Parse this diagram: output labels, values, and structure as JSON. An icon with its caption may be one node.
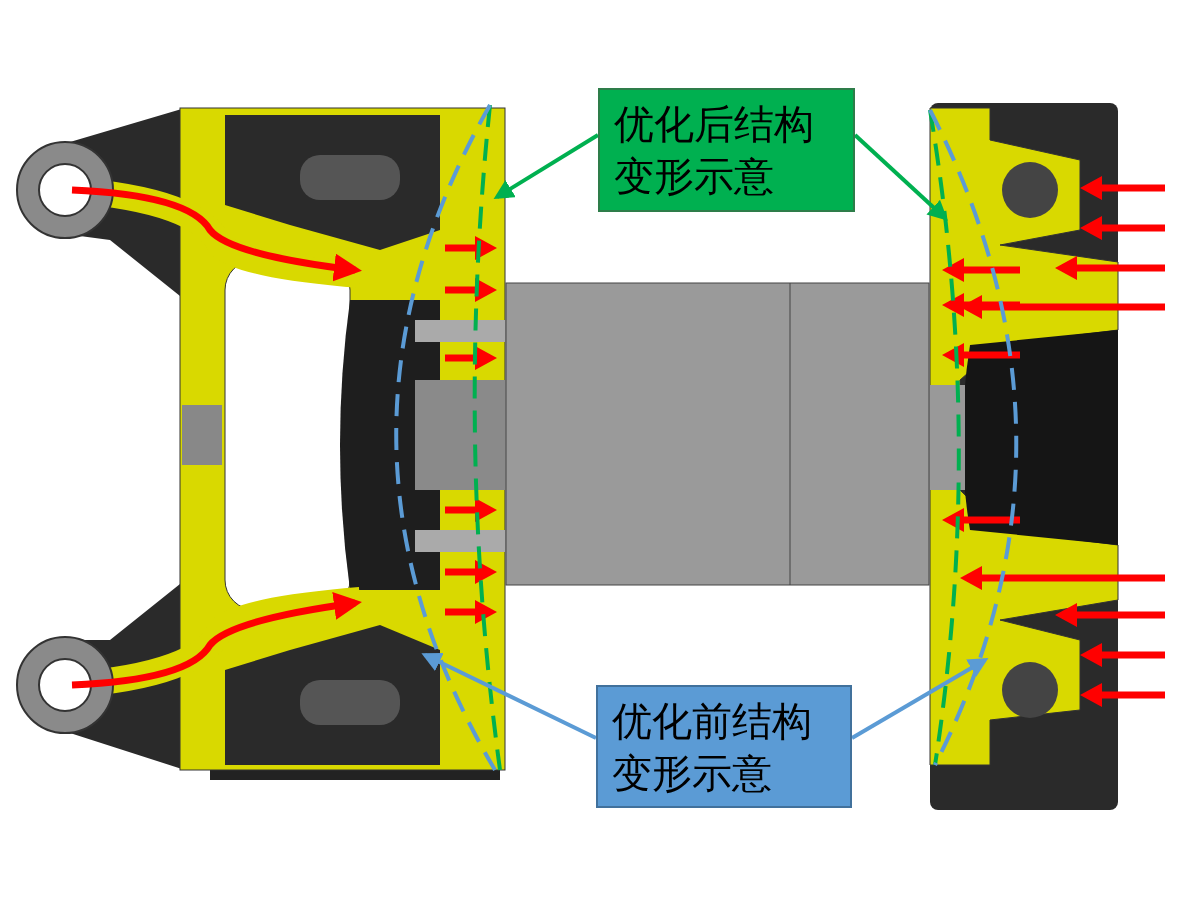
{
  "diagram": {
    "nodes": [
      {
        "text": [
          "优化后结构变形示意"
        ]
      },
      {
        "text": [
          "优化前结构变形示意"
        ]
      }
    ],
    "edges": [
      {
        "from": 0,
        "to": null,
        "arrow": "to",
        "color": "#00b050"
      },
      {
        "from": 0,
        "to": null,
        "arrow": "to",
        "color": "#00b050"
      },
      {
        "from": 1,
        "to": null,
        "arrow": "to",
        "color": "#5b9bd5"
      },
      {
        "from": 1,
        "to": null,
        "arrow": "to",
        "color": "#5b9bd5"
      }
    ]
  }
}
